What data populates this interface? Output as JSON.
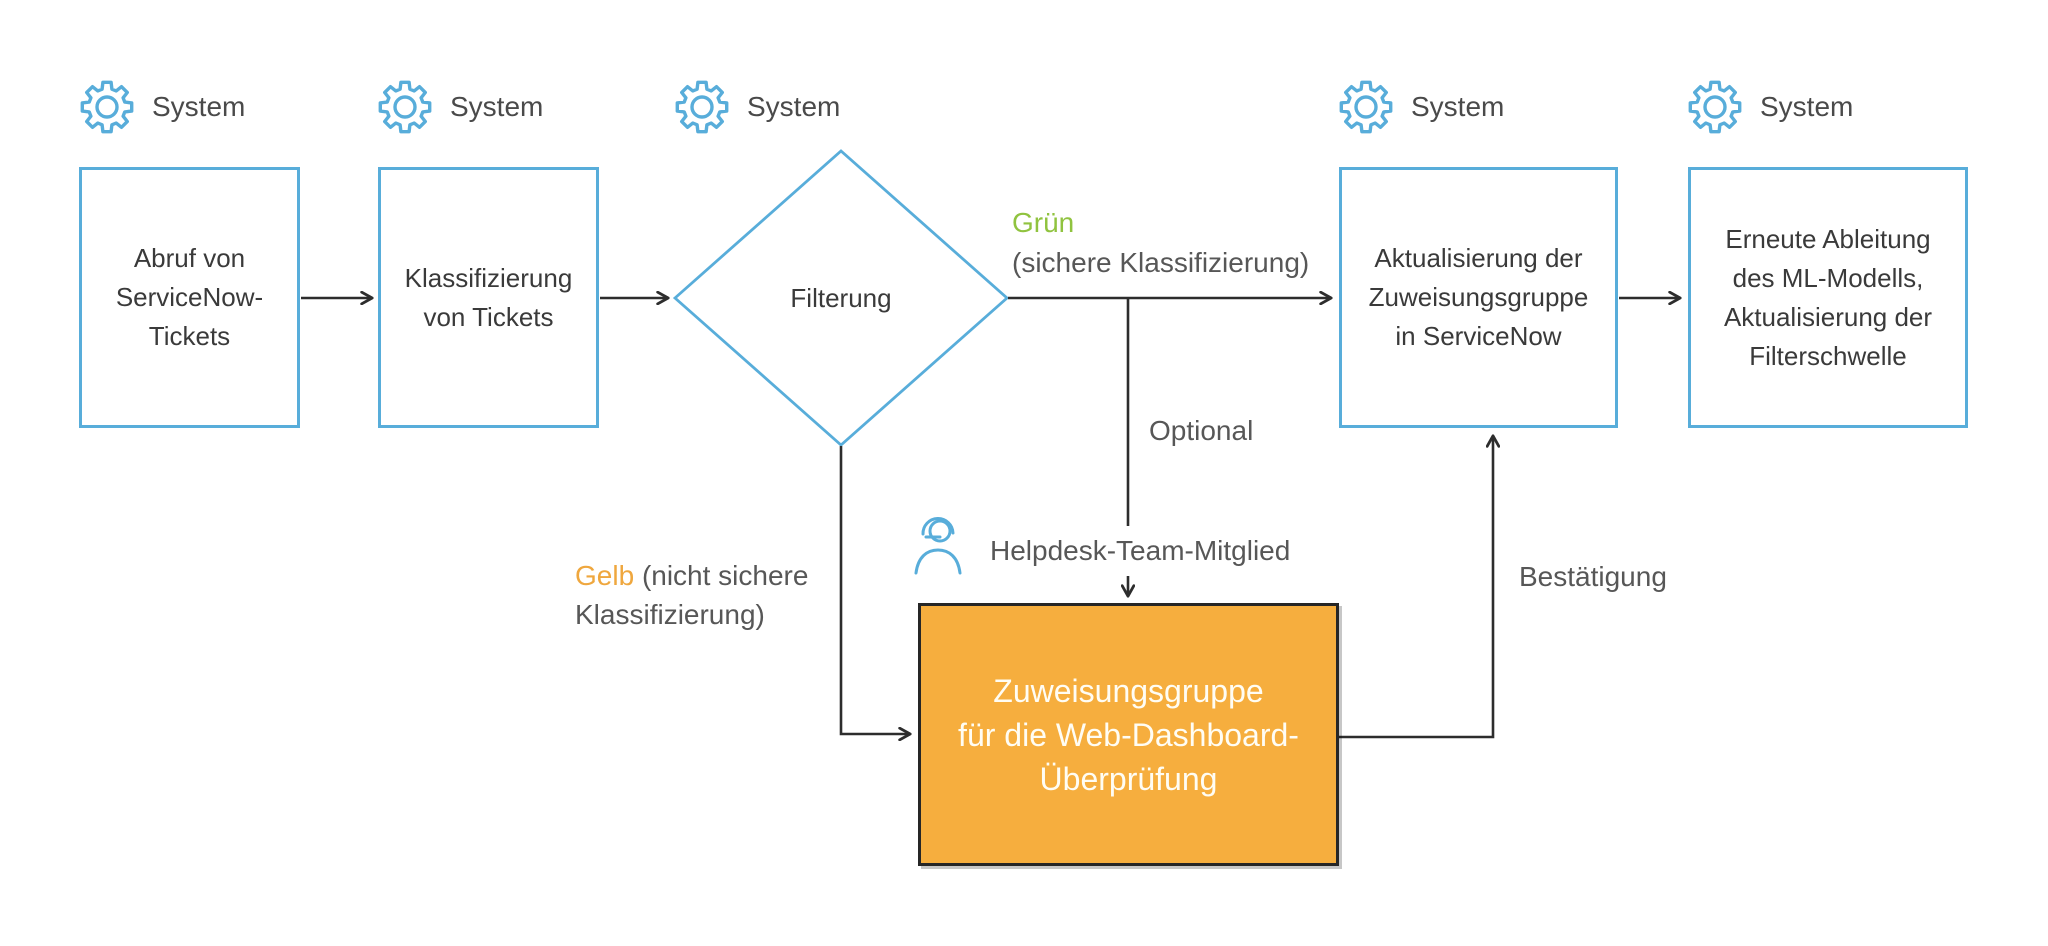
{
  "colors": {
    "accent-blue": "#58ADDA",
    "green": "#90C33F",
    "orange": "#EFA73E",
    "orange-fill": "#F6AE3E",
    "orange-border": "#262626",
    "text-dark": "#3A3A3A",
    "text-gray": "#575757",
    "arrow": "#2D2D2D",
    "box-text-light": "#FFFDF4"
  },
  "actors": {
    "system_label": "System",
    "helpdesk_label": "Helpdesk-Team-Mitglied"
  },
  "nodes": {
    "fetch": {
      "label": "Abruf von\nServiceNow-\nTickets"
    },
    "classify": {
      "label": "Klassifizierung\nvon Tickets"
    },
    "filter": {
      "label": "Filterung"
    },
    "update": {
      "label": "Aktualisierung der\nZuweisungsgruppe\nin ServiceNow"
    },
    "retrain": {
      "label": "Erneute Ableitung\ndes ML-Modells,\nAktualisierung der\nFilterschwelle"
    },
    "review": {
      "label": "Zuweisungsgruppe\nfür die Web-Dashboard-\nÜberprüfung"
    }
  },
  "edge_labels": {
    "gruen_highlight": "Grün",
    "gruen_rest": "(sichere Klassifizierung)",
    "gelb_highlight": "Gelb",
    "gelb_rest": "(nicht sichere\nKlassifizierung)",
    "optional": "Optional",
    "bestaetigung": "Bestätigung"
  }
}
